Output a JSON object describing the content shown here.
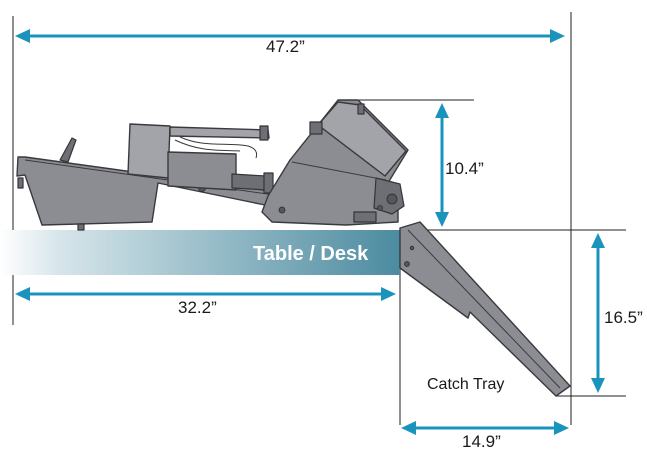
{
  "labels": {
    "width_total": "47.2”",
    "height_machine": "10.4”",
    "width_on_desk": "32.2”",
    "tray_drop": "16.5”",
    "tray_extension": "14.9”",
    "desk": "Table / Desk",
    "catch_tray": "Catch Tray"
  },
  "colors": {
    "arrow": "#1a94bd",
    "desk_gradient_start": "#ffffff",
    "desk_gradient_end": "#4c8ba0",
    "machine_gray": "#8c8d93"
  }
}
